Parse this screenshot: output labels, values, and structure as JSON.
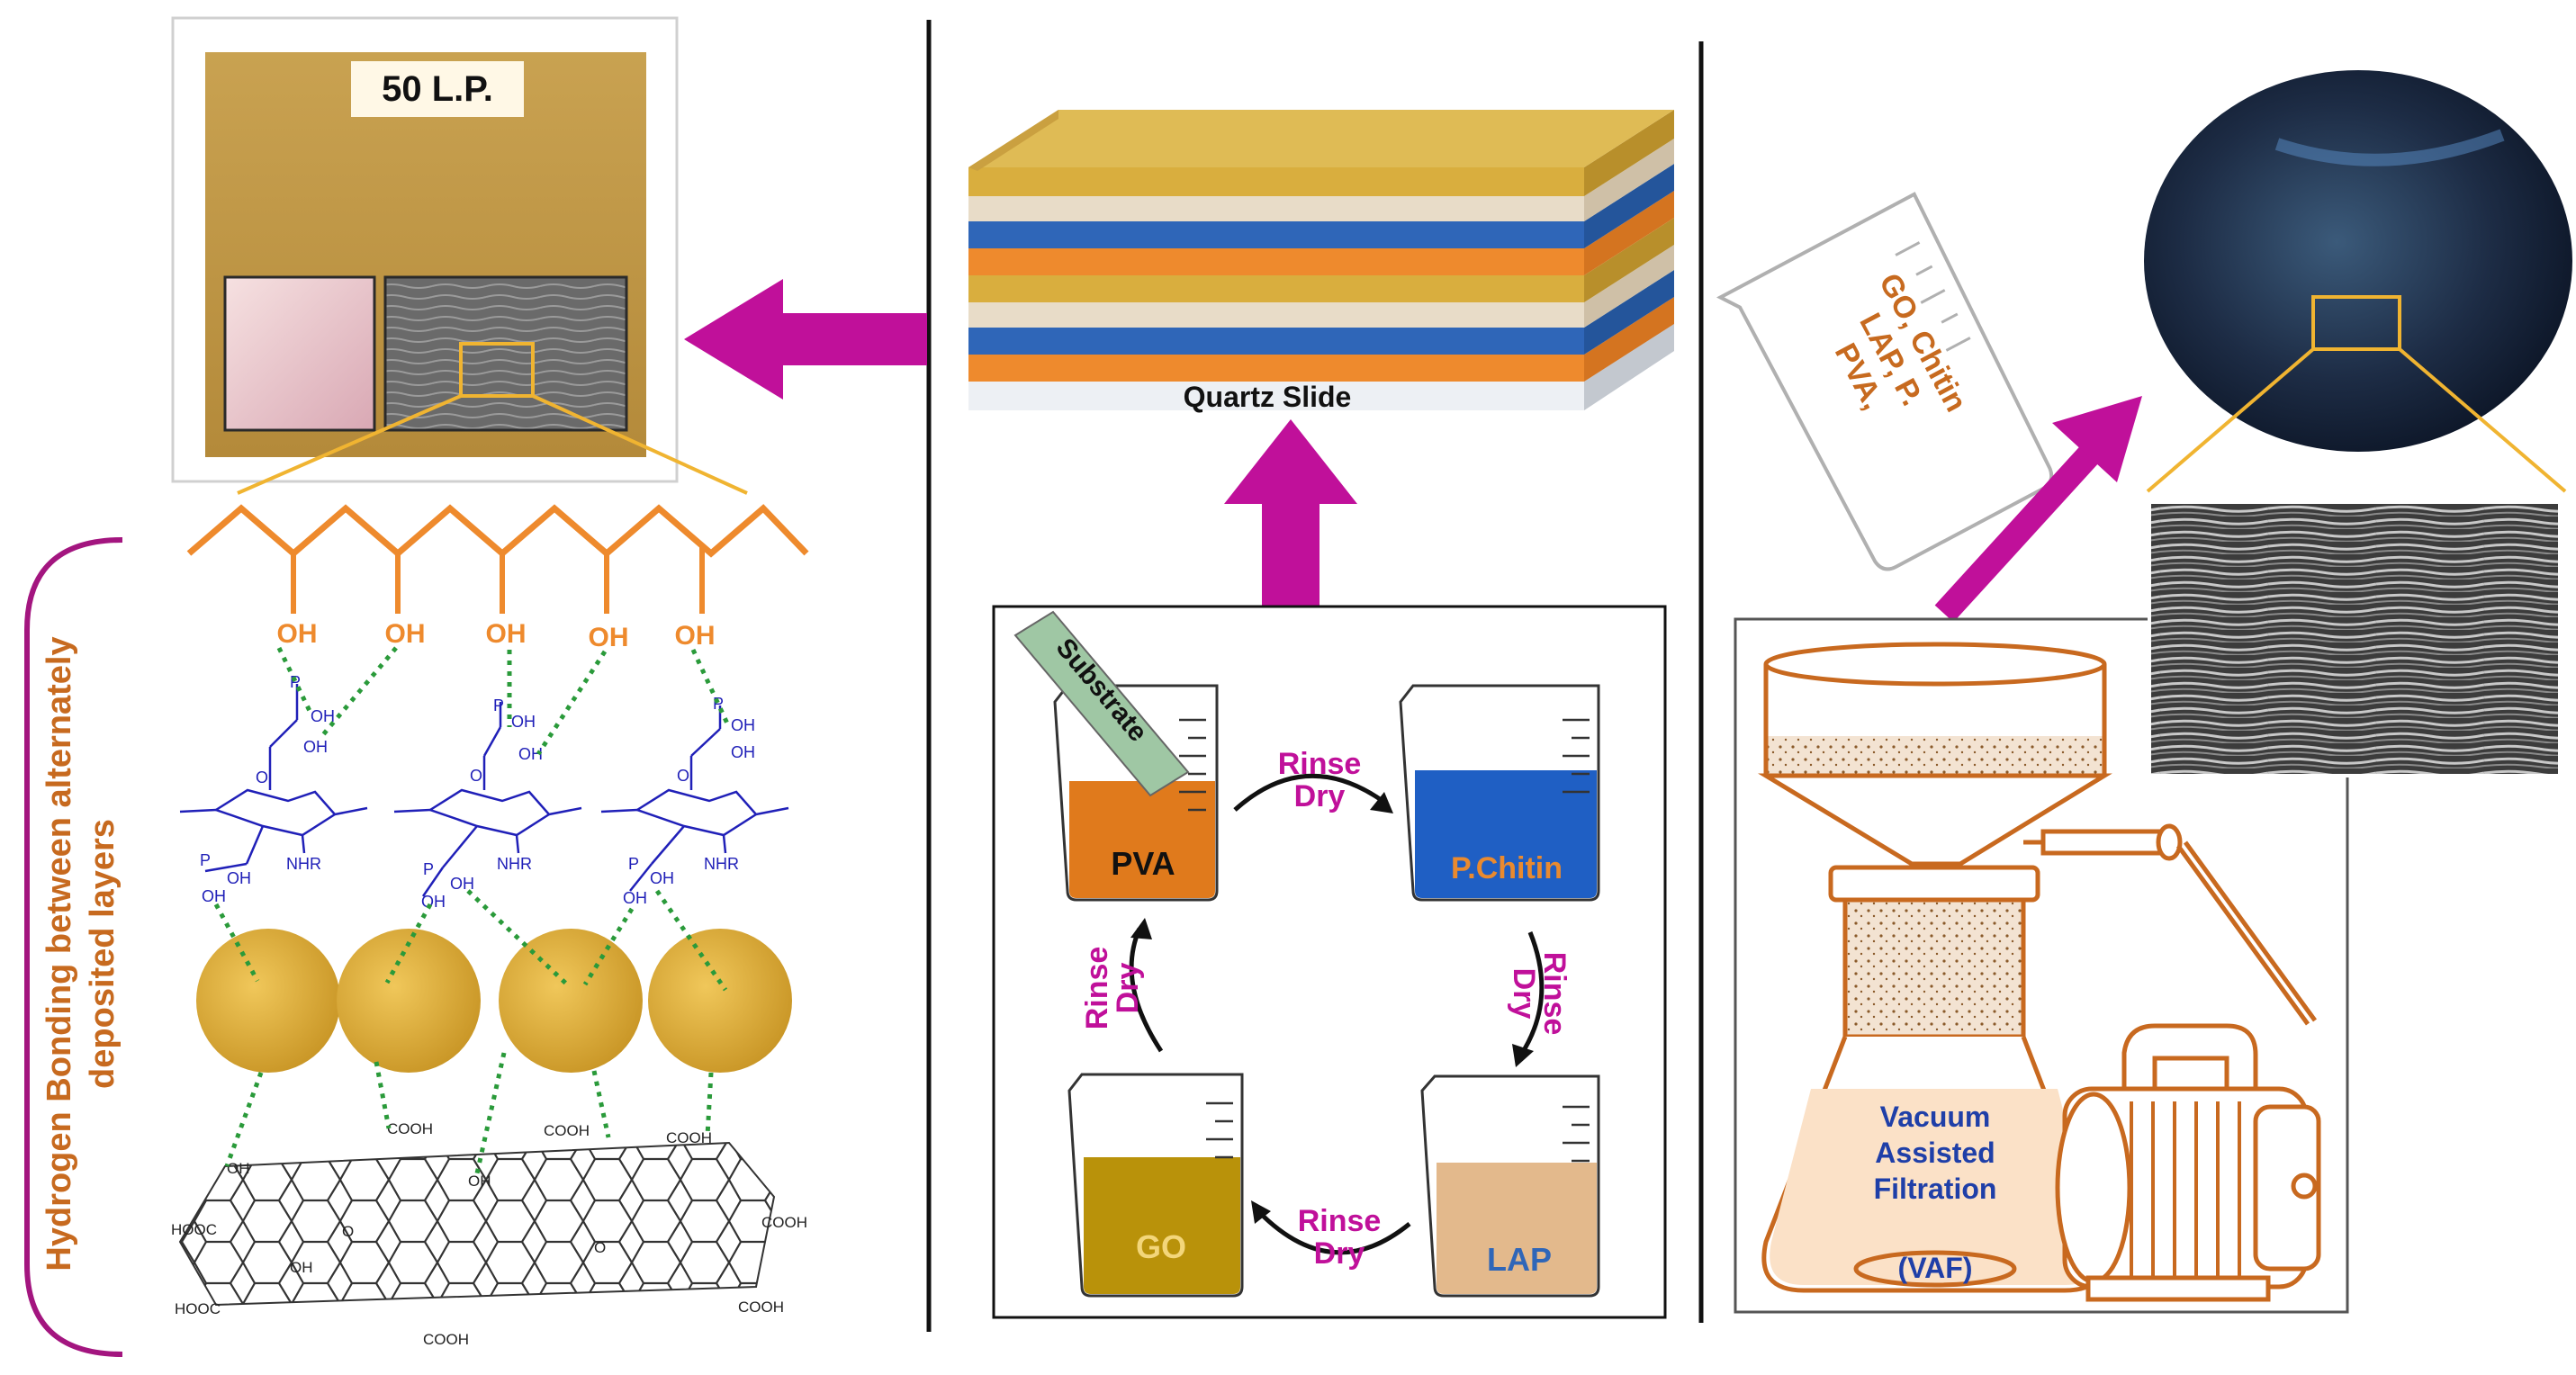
{
  "left_panel": {
    "photo_label": "50 L.P.",
    "bracket_label_line1": "Hydrogen Bonding between alternately",
    "bracket_label_line2": "deposited layers",
    "chain_groups": [
      "OH",
      "OH",
      "OH",
      "OH",
      "OH"
    ],
    "chitin_labels": {
      "p": "P",
      "oh": "OH",
      "o": "O",
      "nhr": "NHR"
    },
    "go_labels": {
      "cooh": "COOH",
      "hooc": "HOOC",
      "oh": "OH",
      "o": "O"
    }
  },
  "middle_panel": {
    "slide_label": "Quartz Slide",
    "substrate_label": "Substrate",
    "beakers": {
      "pva": "PVA",
      "pchitin": "P.Chitin",
      "lap": "LAP",
      "go": "GO"
    },
    "step_rinse": "Rinse",
    "step_dry": "Dry"
  },
  "right_panel": {
    "solution_beaker_lines": [
      "PVA,",
      "LAP, P.",
      "GO, Chitin"
    ],
    "vaf_lines": [
      "Vacuum",
      "Assisted",
      "Filtration",
      "(VAF)"
    ]
  },
  "colors": {
    "magenta_arrow": "#c0109a",
    "gold": "#d9ae3e",
    "orange": "#e98a2f",
    "blue": "#2f66b8",
    "chemistry_blue": "#2020b8",
    "bond_green": "#2a9a3a",
    "bracket_purple": "#a3157f",
    "vaf_orange": "#c8691f"
  }
}
